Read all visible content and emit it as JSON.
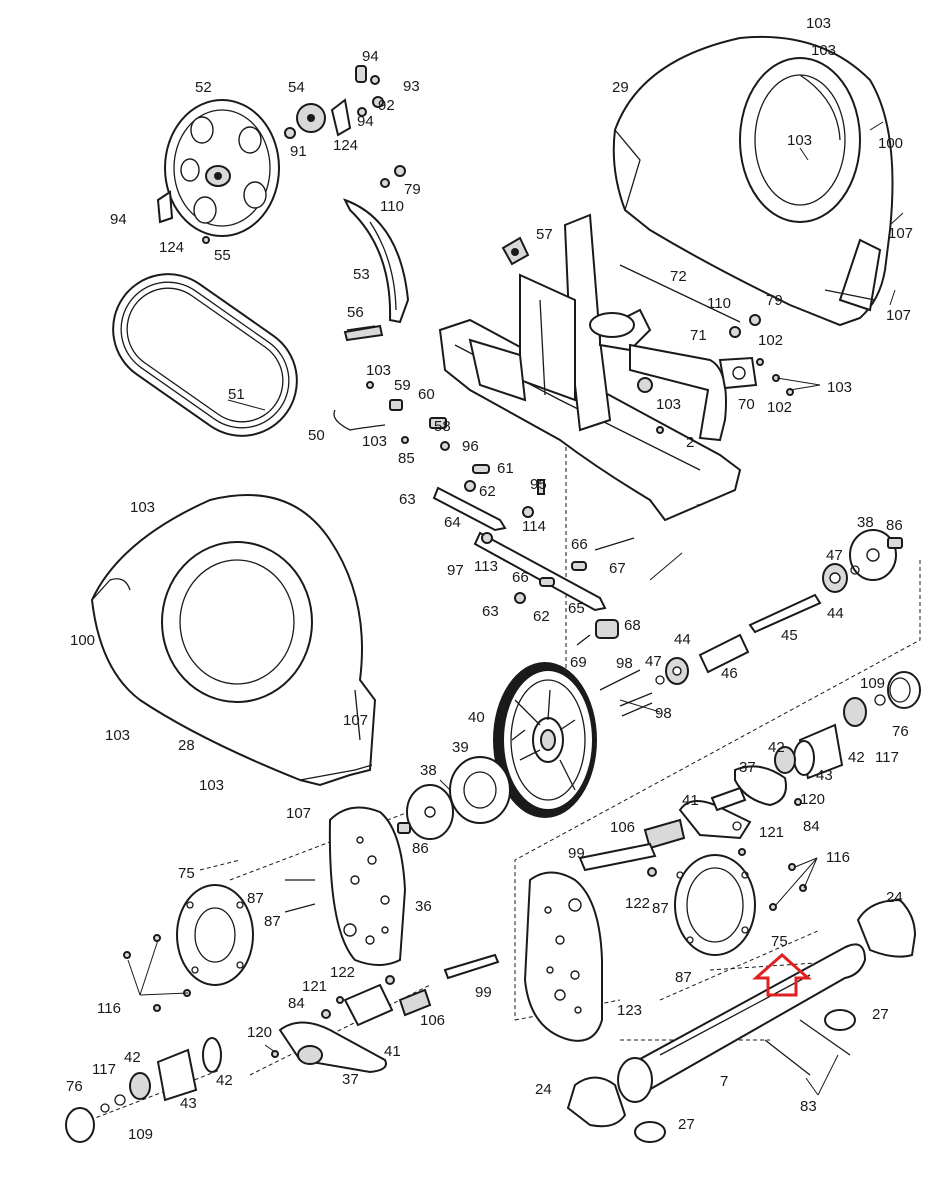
{
  "diagram": {
    "type": "exploded-parts-diagram",
    "highlight_color": "#e02020",
    "line_color": "#1a1a1a",
    "highlight_icon": "up-arrow-icon",
    "labels": {
      "l_103a": "103",
      "l_103b": "103",
      "l_29": "29",
      "l_103c": "103",
      "l_100a": "100",
      "l_107a": "107",
      "l_107b": "107",
      "l_94a": "94",
      "l_93": "93",
      "l_54": "54",
      "l_92": "92",
      "l_94b": "94",
      "l_91": "91",
      "l_124a": "124",
      "l_52": "52",
      "l_94c": "94",
      "l_124b": "124",
      "l_55": "55",
      "l_79a": "79",
      "l_110a": "110",
      "l_53": "53",
      "l_56": "56",
      "l_57": "57",
      "l_72": "72",
      "l_110b": "110",
      "l_79b": "79",
      "l_71": "71",
      "l_102a": "102",
      "l_103d": "103",
      "l_70": "70",
      "l_102b": "102",
      "l_51": "51",
      "l_103e": "103",
      "l_59": "59",
      "l_60": "60",
      "l_58": "58",
      "l_50": "50",
      "l_103f": "103",
      "l_96": "96",
      "l_85": "85",
      "l_103g": "103",
      "l_2": "2",
      "l_61": "61",
      "l_62a": "62",
      "l_63a": "63",
      "l_95": "95",
      "l_64": "64",
      "l_114": "114",
      "l_103h": "103",
      "l_66a": "66",
      "l_67": "67",
      "l_97": "97",
      "l_113": "113",
      "l_66b": "66",
      "l_63b": "63",
      "l_62b": "62",
      "l_65": "65",
      "l_68": "68",
      "l_69": "69",
      "l_38a": "38",
      "l_86a": "86",
      "l_47a": "47",
      "l_44a": "44",
      "l_45": "45",
      "l_46": "46",
      "l_44b": "44",
      "l_47b": "47",
      "l_100b": "100",
      "l_103i": "103",
      "l_28": "28",
      "l_107c": "107",
      "l_103j": "103",
      "l_107d": "107",
      "l_98a": "98",
      "l_98b": "98",
      "l_40": "40",
      "l_39": "39",
      "l_38b": "38",
      "l_109a": "109",
      "l_76a": "76",
      "l_42a": "42",
      "l_43a": "43",
      "l_42b": "42",
      "l_117a": "117",
      "l_37a": "37",
      "l_120a": "120",
      "l_41a": "41",
      "l_84a": "84",
      "l_106a": "106",
      "l_121a": "121",
      "l_86b": "86",
      "l_36": "36",
      "l_75a": "75",
      "l_87a": "87",
      "l_87b": "87",
      "l_99a": "99",
      "l_116a": "116",
      "l_122a": "122",
      "l_87c": "87",
      "l_75b": "75",
      "l_24a": "24",
      "l_116b": "116",
      "l_122b": "122",
      "l_121b": "121",
      "l_99b": "99",
      "l_84b": "84",
      "l_106b": "106",
      "l_87d": "87",
      "l_123": "123",
      "l_27a": "27",
      "l_120b": "120",
      "l_41b": "41",
      "l_37b": "37",
      "l_117b": "117",
      "l_42c": "42",
      "l_76b": "76",
      "l_43b": "43",
      "l_42d": "42",
      "l_109b": "109",
      "l_7": "7",
      "l_24b": "24",
      "l_83": "83",
      "l_27b": "27"
    }
  }
}
